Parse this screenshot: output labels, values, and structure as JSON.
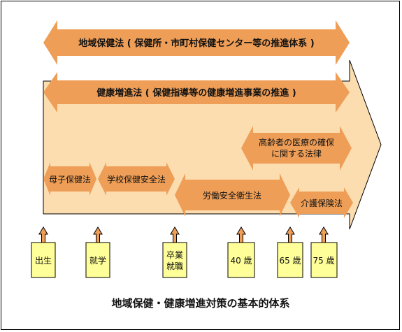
{
  "colors": {
    "band_fill": "#FBDDB0",
    "arrow_fill": "#EE9E57",
    "box_fill": "#FFFF99",
    "pointer_fill": "#EE9E57"
  },
  "laws": {
    "regional": "地域保健法 ( 保健所・市町村保健センター等の推進体系 )",
    "promotion": "健康増進法 ( 保健指導等の健康増進事業の推進 )",
    "elderly_line1": "高齢者の医療の確保",
    "elderly_line2": "に関する法律",
    "maternal": "母子保健法",
    "school": "学校保健安全法",
    "labor": "労働安全衛生法",
    "care": "介護保険法"
  },
  "stages": {
    "birth": "出生",
    "school_entry": "就学",
    "grad_line1": "卒業",
    "grad_line2": "就職",
    "age40": "40 歳",
    "age65": "65 歳",
    "age75": "75 歳"
  },
  "title": "地域保健・健康増進対策の基本的体系"
}
